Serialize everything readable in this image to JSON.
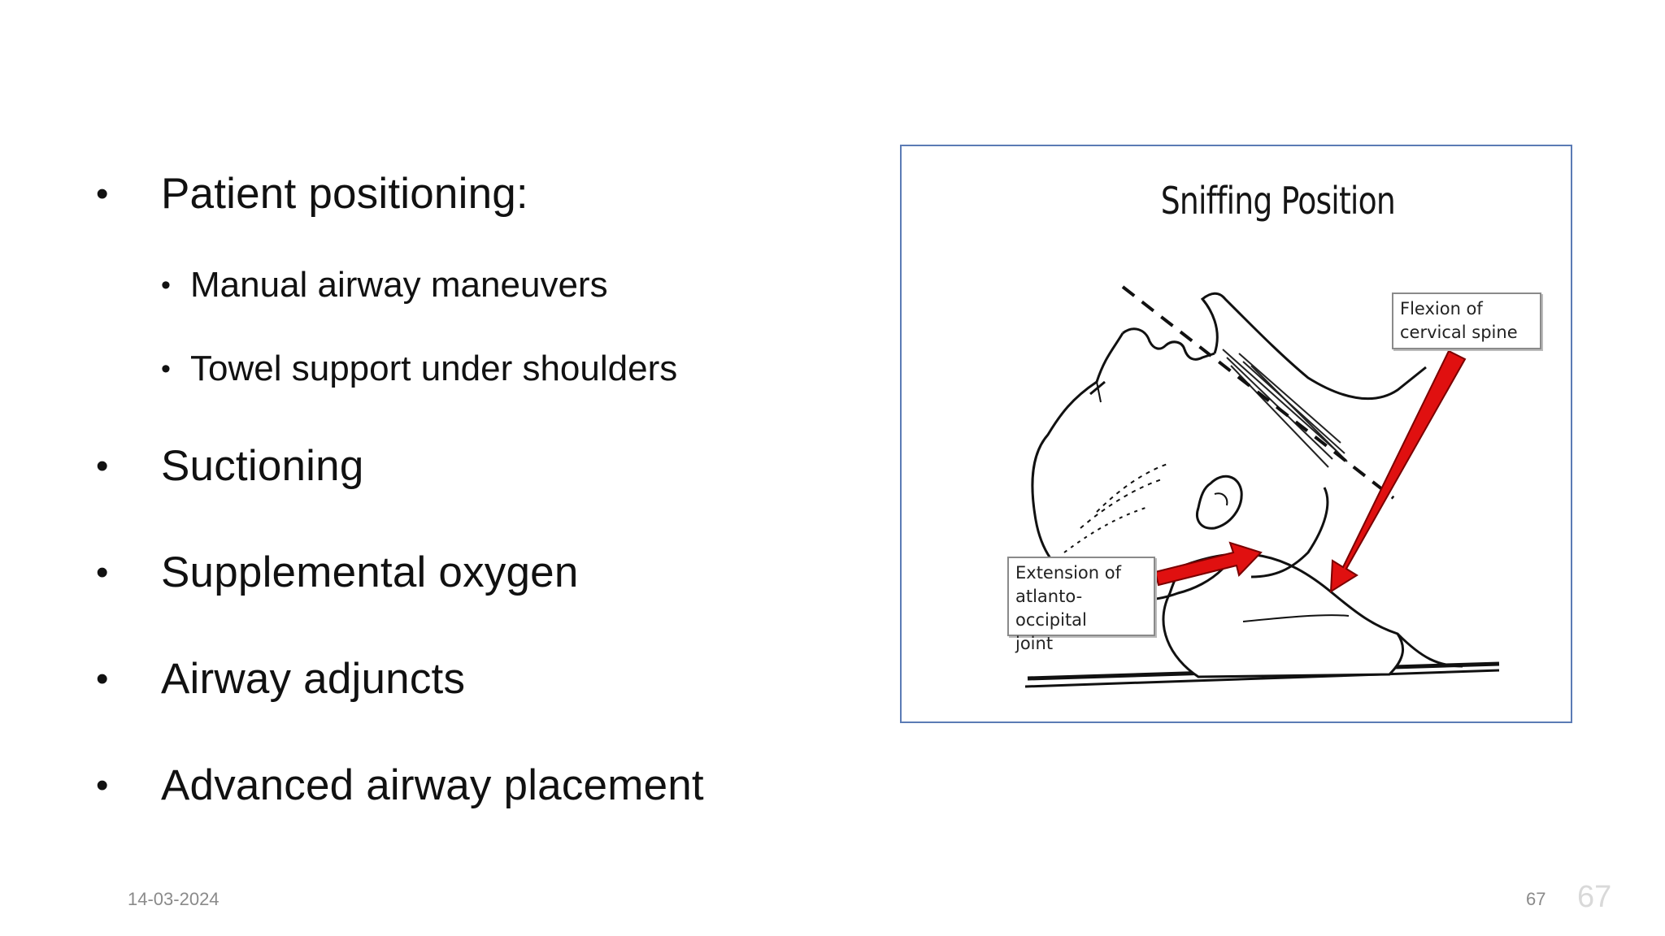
{
  "bullets": {
    "symbol": "•",
    "items": [
      {
        "label": "Patient positioning:"
      },
      {
        "label": "Manual airway maneuvers"
      },
      {
        "label": "Towel support under shoulders"
      },
      {
        "label": "Suctioning"
      },
      {
        "label": "Supplemental oxygen"
      },
      {
        "label": "Airway adjuncts"
      },
      {
        "label": "Advanced airway placement"
      }
    ]
  },
  "figure": {
    "title": "Sniffing Position",
    "flexion_label": [
      "Flexion of",
      "cervical spine"
    ],
    "extension_label": [
      "Extension of",
      "atlanto-occipital",
      "joint"
    ],
    "arrow_color": "#e01010",
    "border_color": "#5b7bb5"
  },
  "footer": {
    "date": "14-03-2024",
    "slide_number": "67",
    "slide_number_large": "67"
  }
}
